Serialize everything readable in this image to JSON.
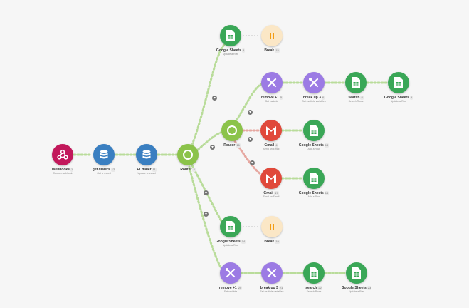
{
  "colors": {
    "webhooks": "#c2185b",
    "datastore": "#3a7fc1",
    "router": "#8bc34a",
    "sheets": "#3aa757",
    "break": "#f39c12",
    "tools": "#9c7be4",
    "gmail": "#e0493b",
    "link": "#b9dc9a"
  },
  "modules": {
    "webhooks": {
      "label": "Webhooks",
      "badge": "1",
      "sub": "Custom webhook",
      "icon": "webhook-icon"
    },
    "get_dialers": {
      "label": "get dialers",
      "badge": "12",
      "sub": "Get a record",
      "icon": "database-icon"
    },
    "plus1_dialer": {
      "label": "+1 dialer",
      "badge": "11",
      "sub": "Update a record",
      "icon": "database-icon"
    },
    "router_main": {
      "label": "Router",
      "badge": "2",
      "icon": "router-icon"
    },
    "sheets_top": {
      "label": "Google Sheets",
      "badge": "3",
      "sub": "Update a Row",
      "icon": "sheets-icon"
    },
    "break_top": {
      "label": "Break",
      "badge": "15",
      "icon": "pause-icon"
    },
    "remove1_top": {
      "label": "remove +1",
      "badge": "5",
      "sub": "Set variable",
      "icon": "tools-icon"
    },
    "breakup3_top": {
      "label": "break up 3",
      "badge": "6",
      "sub": "Set multiple variables",
      "icon": "tools-icon"
    },
    "search_top": {
      "label": "search",
      "badge": "8",
      "sub": "Search Rows",
      "icon": "sheets-icon"
    },
    "sheets_update_top": {
      "label": "Google Sheets",
      "badge": "9",
      "sub": "Update a Row",
      "icon": "sheets-icon"
    },
    "router_mid": {
      "label": "Router",
      "badge": "16",
      "icon": "router-icon"
    },
    "gmail_1": {
      "label": "Gmail",
      "badge": "4",
      "sub": "Send an Email",
      "icon": "gmail-icon"
    },
    "sheets_add_1": {
      "label": "Google Sheets",
      "badge": "13",
      "sub": "Add a Row",
      "icon": "sheets-icon"
    },
    "gmail_2": {
      "label": "Gmail",
      "badge": "17",
      "sub": "Send an Email",
      "icon": "gmail-icon"
    },
    "sheets_add_2": {
      "label": "Google Sheets",
      "badge": "18",
      "sub": "Add a Row",
      "icon": "sheets-icon"
    },
    "sheets_bottom": {
      "label": "Google Sheets",
      "badge": "14",
      "sub": "Update a Row",
      "icon": "sheets-icon"
    },
    "break_bottom": {
      "label": "Break",
      "badge": "19",
      "icon": "pause-icon"
    },
    "remove1_bottom": {
      "label": "remove +1",
      "badge": "20",
      "sub": "Set variable",
      "icon": "tools-icon"
    },
    "breakup3_bottom": {
      "label": "break up 3",
      "badge": "21",
      "sub": "Set multiple variables",
      "icon": "tools-icon"
    },
    "search_bottom": {
      "label": "search",
      "badge": "22",
      "sub": "Search Rows",
      "icon": "sheets-icon"
    },
    "sheets_update_bottom": {
      "label": "Google Sheets",
      "badge": "23",
      "sub": "Update a Row",
      "icon": "sheets-icon"
    }
  }
}
